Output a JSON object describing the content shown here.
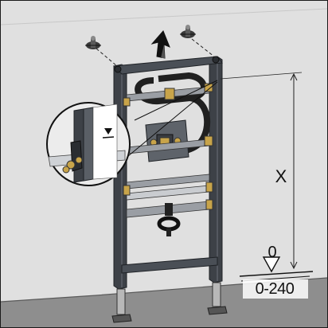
{
  "labels": {
    "height_dimension": "X",
    "floor_reference": "0",
    "adjustment_range": "0-240"
  },
  "colors": {
    "wall": "#d9d9d9",
    "floor": "#8a8a8a",
    "frame_steel": "#3d4147",
    "frame_edge": "#1f2226",
    "brass": "#c8a44a",
    "hose": "#202020",
    "outline": "#111111",
    "dimension_line": "#222222"
  },
  "icons": [
    "upward-arrow-icon",
    "wall-anchor-icon",
    "level-triangle-icon",
    "magnifier-detail-icon"
  ]
}
